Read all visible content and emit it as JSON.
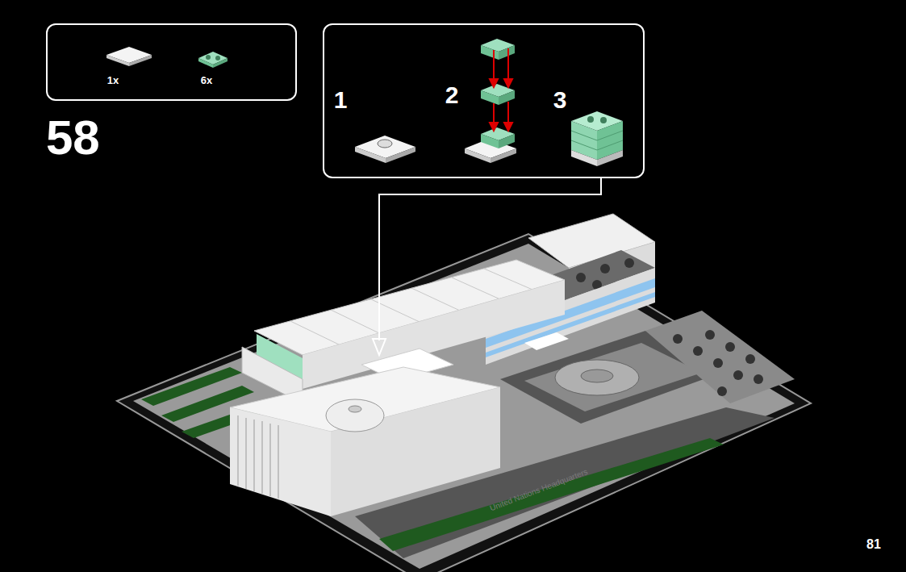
{
  "diagram": {
    "nodes": [
      {
        "text": [
          "1x",
          "6x"
        ]
      },
      {
        "text": [
          "1",
          "2",
          "3"
        ]
      }
    ],
    "labels": [
      "58",
      "81",
      "United Nations Headquarters"
    ]
  }
}
